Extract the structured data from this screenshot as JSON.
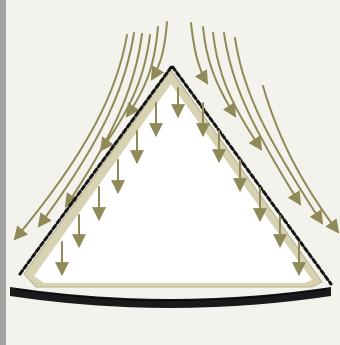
{
  "diagram": {
    "colors": {
      "background": "#f4f2ec",
      "left_edge": "#8e8e8e",
      "flow": "#8f8a57",
      "membrane": "#d7d2b2",
      "membrane_edge": "#b8b290",
      "interior": "#ffffff",
      "outline": "#151515",
      "base": "#1a1a1a"
    },
    "elements": {
      "inflow_arrows": "curved-inflow-arrows",
      "pressure_arrows": "interior-pressure-arrows",
      "membrane": "triangular-membrane",
      "outline": "dashed-outline",
      "base": "curved-base-plate"
    }
  }
}
